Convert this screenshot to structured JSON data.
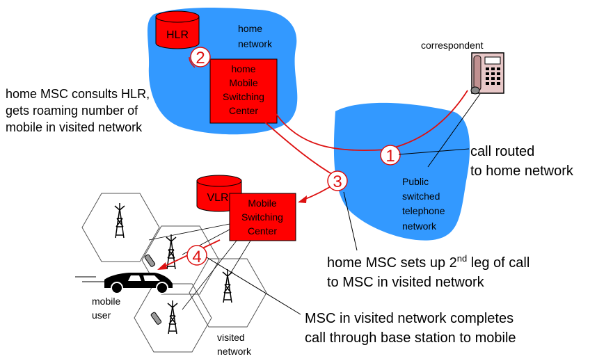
{
  "labels": {
    "hlr": "HLR",
    "home_network_1": "home",
    "home_network_2": "network",
    "home_msc_1": "home",
    "home_msc_2": "Mobile",
    "home_msc_3": "Switching",
    "home_msc_4": "Center",
    "correspondent": "correspondent",
    "pstn_1": "Public",
    "pstn_2": "switched",
    "pstn_3": "telephone",
    "pstn_4": "network",
    "vlr": "VLR",
    "visited_msc_1": "Mobile",
    "visited_msc_2": "Switching",
    "visited_msc_3": "Center",
    "mobile_user_1": "mobile",
    "mobile_user_2": "user",
    "visited_network_1": "visited",
    "visited_network_2": "network"
  },
  "steps": {
    "s1": "1",
    "s2": "2",
    "s3": "3",
    "s4": "4"
  },
  "annotations": {
    "hlr_consult_1": "home MSC consults HLR,",
    "hlr_consult_2": "gets roaming number of",
    "hlr_consult_3": "mobile in visited network",
    "call_routed_1": "call routed",
    "call_routed_2": "to home network",
    "second_leg_1": "home MSC sets up 2",
    "second_leg_sup": "nd",
    "second_leg_2": " leg of call",
    "second_leg_3": "to MSC in visited network",
    "completes_1": "MSC in visited network completes",
    "completes_2": "call through base station to mobile"
  },
  "colors": {
    "network_blue": "#3399ff",
    "msc_red": "#ff0000",
    "call_path": "#dd1111"
  },
  "icons": [
    "telephone-icon",
    "car-icon",
    "base-station-icon",
    "cellphone-icon"
  ]
}
